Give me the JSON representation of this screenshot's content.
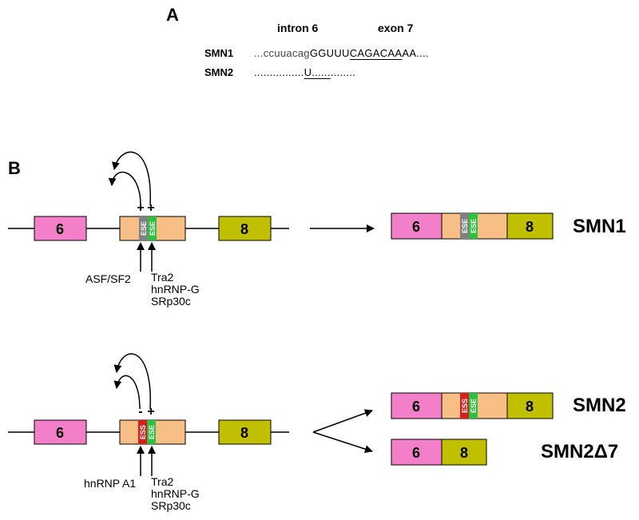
{
  "panel_a": {
    "letter": "A",
    "intron_header": "intron 6",
    "exon_header": "exon 7",
    "smn1_label": "SMN1",
    "smn2_label": "SMN2",
    "smn1_lead_dots": "...",
    "smn1_intron": "ccuuacag",
    "smn1_junction": "GGUUU",
    "smn1_exon_underlined": "CAGACAA",
    "smn1_exon_rest": "AA....",
    "smn2_lead_dots": "................",
    "smn2_exon_underlined": "U......",
    "smn2_exon_rest": "........"
  },
  "panel_b": {
    "letter": "B",
    "exon_labels": {
      "left": "6",
      "right": "8"
    },
    "element_labels": {
      "ese": "ESE",
      "ess": "ESS"
    },
    "smn1": {
      "sign_left": "+",
      "sign_right": "+",
      "factor_left": "ASF/SF2",
      "factor_right": [
        "Tra2",
        "hnRNP-G",
        "SRp30c"
      ],
      "product_label": "SMN1"
    },
    "smn2": {
      "sign_left": "-",
      "sign_right": "+",
      "factor_left": "hnRNP A1",
      "factor_right": [
        "Tra2",
        "hnRNP-G",
        "SRp30c"
      ],
      "product_label_full": "SMN2",
      "product_label_skipped": "SMN2Δ7"
    }
  },
  "colors": {
    "exon6": "#f27fc8",
    "exon7": "#f7bf86",
    "exon8": "#c0c000",
    "ese_gray": "#808080",
    "ese_green": "#2fbf3f",
    "ess_red": "#d42020"
  }
}
